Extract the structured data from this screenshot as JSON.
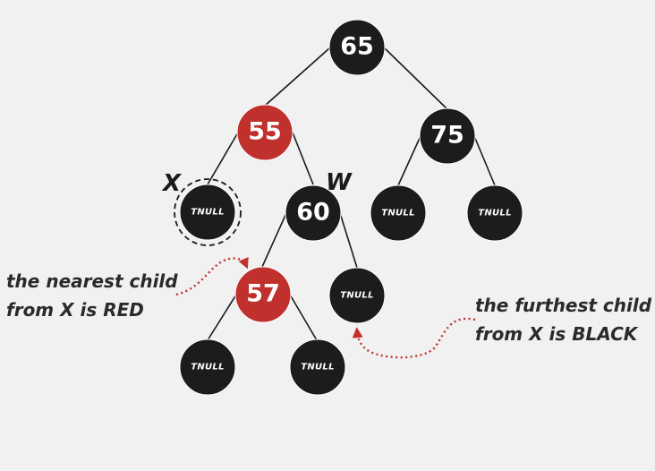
{
  "colors": {
    "background": "#f1f1f1",
    "black_node": "#1c1c1c",
    "red_node": "#c0302c",
    "edge": "#1a1a1a",
    "arrow": "#c0302c"
  },
  "nodes": {
    "n65": {
      "label": "65",
      "color": "black"
    },
    "n55": {
      "label": "55",
      "color": "red"
    },
    "n75": {
      "label": "75",
      "color": "black"
    },
    "x_tnull": {
      "label": "TNULL",
      "color": "black"
    },
    "n60": {
      "label": "60",
      "color": "black"
    },
    "n75_left": {
      "label": "TNULL",
      "color": "black"
    },
    "n75_right": {
      "label": "TNULL",
      "color": "black"
    },
    "n57": {
      "label": "57",
      "color": "red"
    },
    "n60_right": {
      "label": "TNULL",
      "color": "black"
    },
    "n57_left": {
      "label": "TNULL",
      "color": "black"
    },
    "n57_right": {
      "label": "TNULL",
      "color": "black"
    }
  },
  "tags": {
    "x": "X",
    "w": "W"
  },
  "annotations": {
    "nearest": {
      "line1": "the nearest child",
      "line2": "from X is RED"
    },
    "furthest": {
      "line1": "the furthest child",
      "line2": "from X is BLACK"
    }
  }
}
